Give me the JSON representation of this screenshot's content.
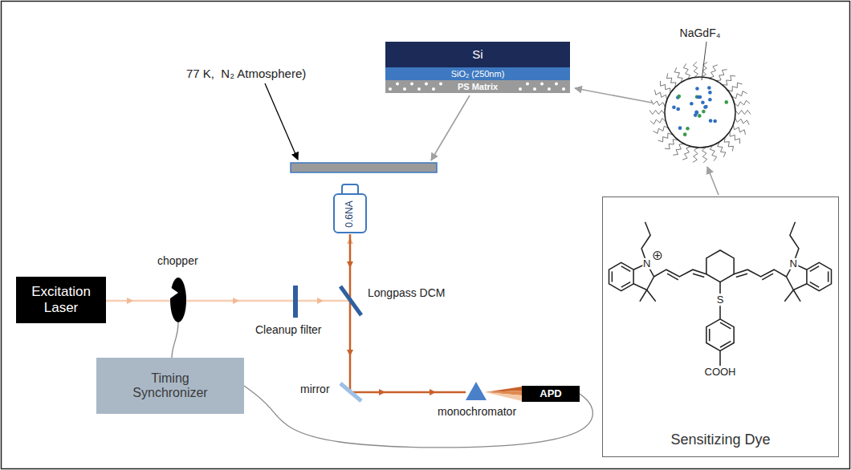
{
  "diagram": {
    "nodes": [
      {
        "text": [
          "Excitation Laser"
        ]
      },
      {
        "text": [
          "Timing Synchronizer"
        ]
      },
      {
        "text": [
          "APD"
        ]
      },
      {
        "text": [
          "Si"
        ]
      },
      {
        "text": [
          "SiO₂ (250nm)"
        ]
      },
      {
        "text": [
          "PS Matrix"
        ]
      },
      {
        "text": [
          "0.6NA"
        ]
      },
      {
        "text": [
          "Sensitizing Dye"
        ]
      }
    ],
    "edges": [
      {
        "from": 1,
        "to": 2,
        "arrow": "none"
      }
    ],
    "labels": [
      "77 K,  N₂ Atmosphere)",
      "NaGdF₄",
      "chopper",
      "Cleanup filter",
      "Longpass DCM",
      "mirror",
      "monochromator",
      "N",
      "N",
      "S",
      "COOH"
    ]
  }
}
